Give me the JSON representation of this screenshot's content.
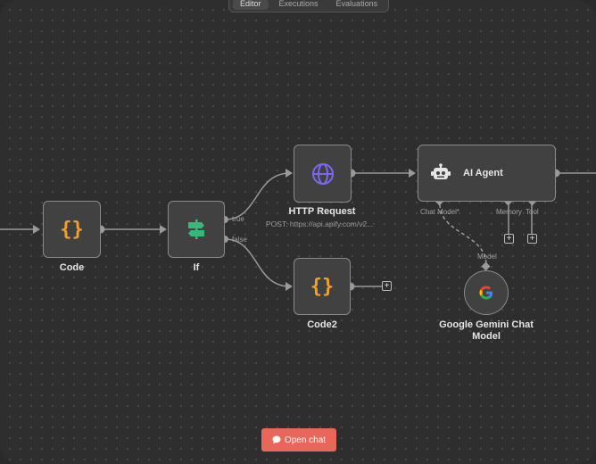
{
  "tabs": [
    "Editor",
    "Executions",
    "Evaluations"
  ],
  "nodes": {
    "code": {
      "label": "Code"
    },
    "if": {
      "label": "If",
      "true_label": "true",
      "false_label": "false"
    },
    "http": {
      "label": "HTTP Request",
      "subtitle": "POST: https://api.apify.com/v2..."
    },
    "code2": {
      "label": "Code2"
    },
    "agent": {
      "label": "AI Agent",
      "chat_model_label": "Chat Model*",
      "memory_label": "Memory",
      "tool_label": "Tool"
    },
    "gemini": {
      "label_line1": "Google Gemini Chat",
      "label_line2": "Model",
      "port_label": "Model"
    }
  },
  "open_chat": {
    "label": "Open chat"
  },
  "colors": {
    "canvas": "#2e2e2e",
    "node_bg": "#414141",
    "node_border": "#8a8a8a",
    "code_icon": "#f0a030",
    "if_icon": "#35b87a",
    "http_icon": "#7b68ee",
    "open_chat": "#e9665a"
  },
  "icons": {
    "code": "braces-icon",
    "if": "signpost-icon",
    "http": "globe-icon",
    "agent": "robot-icon",
    "gemini": "google-g-icon",
    "open_chat": "chat-bubble-icon",
    "add": "plus-icon"
  }
}
